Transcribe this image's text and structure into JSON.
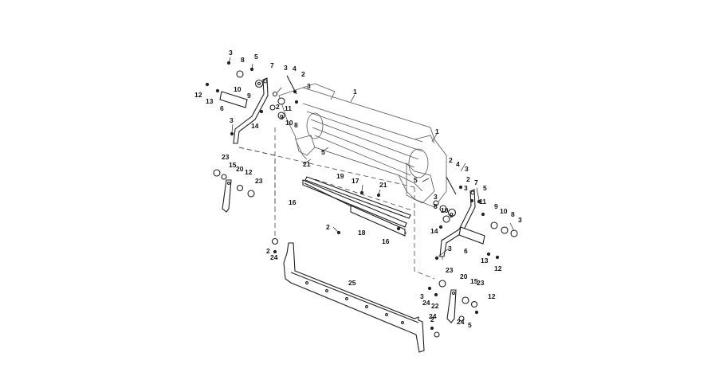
{
  "figure": {
    "description_colors": {
      "line": "#1e1e1e",
      "background": "#ffffff"
    },
    "callouts": [
      "1",
      "1",
      "2",
      "2",
      "2",
      "2",
      "2",
      "2",
      "2",
      "3",
      "3",
      "3",
      "3",
      "3",
      "3",
      "3",
      "3",
      "3",
      "3",
      "4",
      "4",
      "5",
      "5",
      "5",
      "5",
      "5",
      "6",
      "6",
      "7",
      "7",
      "8",
      "8",
      "8",
      "8",
      "9",
      "9",
      "9",
      "9",
      "10",
      "10",
      "10",
      "10",
      "11",
      "11",
      "12",
      "12",
      "12",
      "12",
      "13",
      "13",
      "14",
      "14",
      "15",
      "15",
      "16",
      "16",
      "17",
      "18",
      "19",
      "20",
      "20",
      "21",
      "21",
      "22",
      "23",
      "23",
      "23",
      "23",
      "24",
      "24",
      "24",
      "24",
      "25"
    ]
  }
}
